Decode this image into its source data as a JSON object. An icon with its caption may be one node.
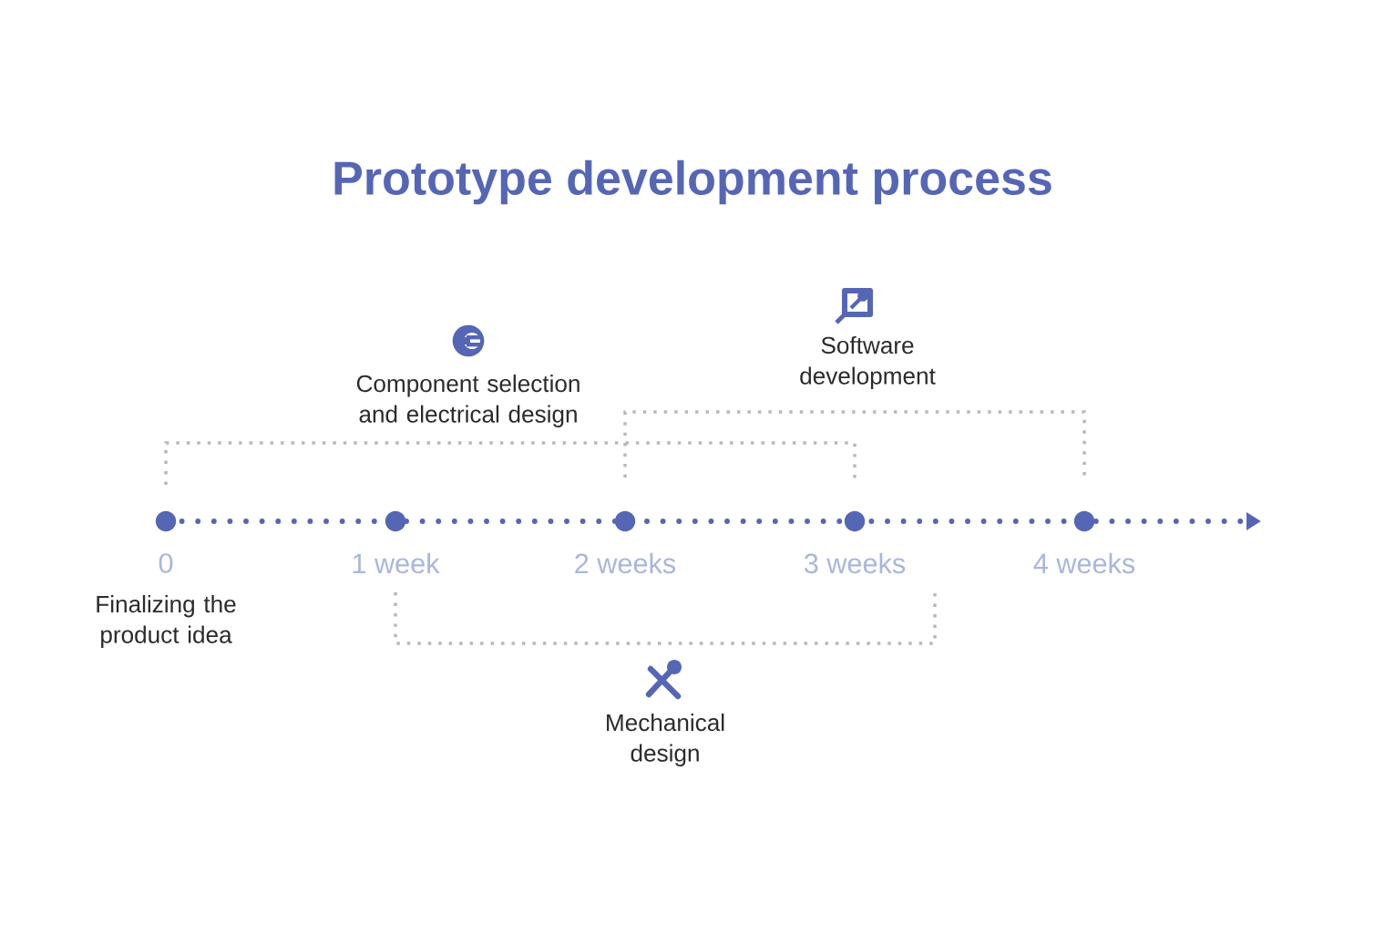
{
  "diagram": {
    "title": "Prototype development process",
    "nodes": [
      {
        "text": [
          "Finalizing the product idea"
        ]
      },
      {
        "text": [
          "Component selection and electrical design"
        ]
      },
      {
        "text": [
          "Software development"
        ]
      },
      {
        "text": [
          "Mechanical design"
        ]
      }
    ],
    "labels": [
      "0",
      "1 week",
      "2 weeks",
      "3 weeks",
      "4 weeks"
    ]
  }
}
